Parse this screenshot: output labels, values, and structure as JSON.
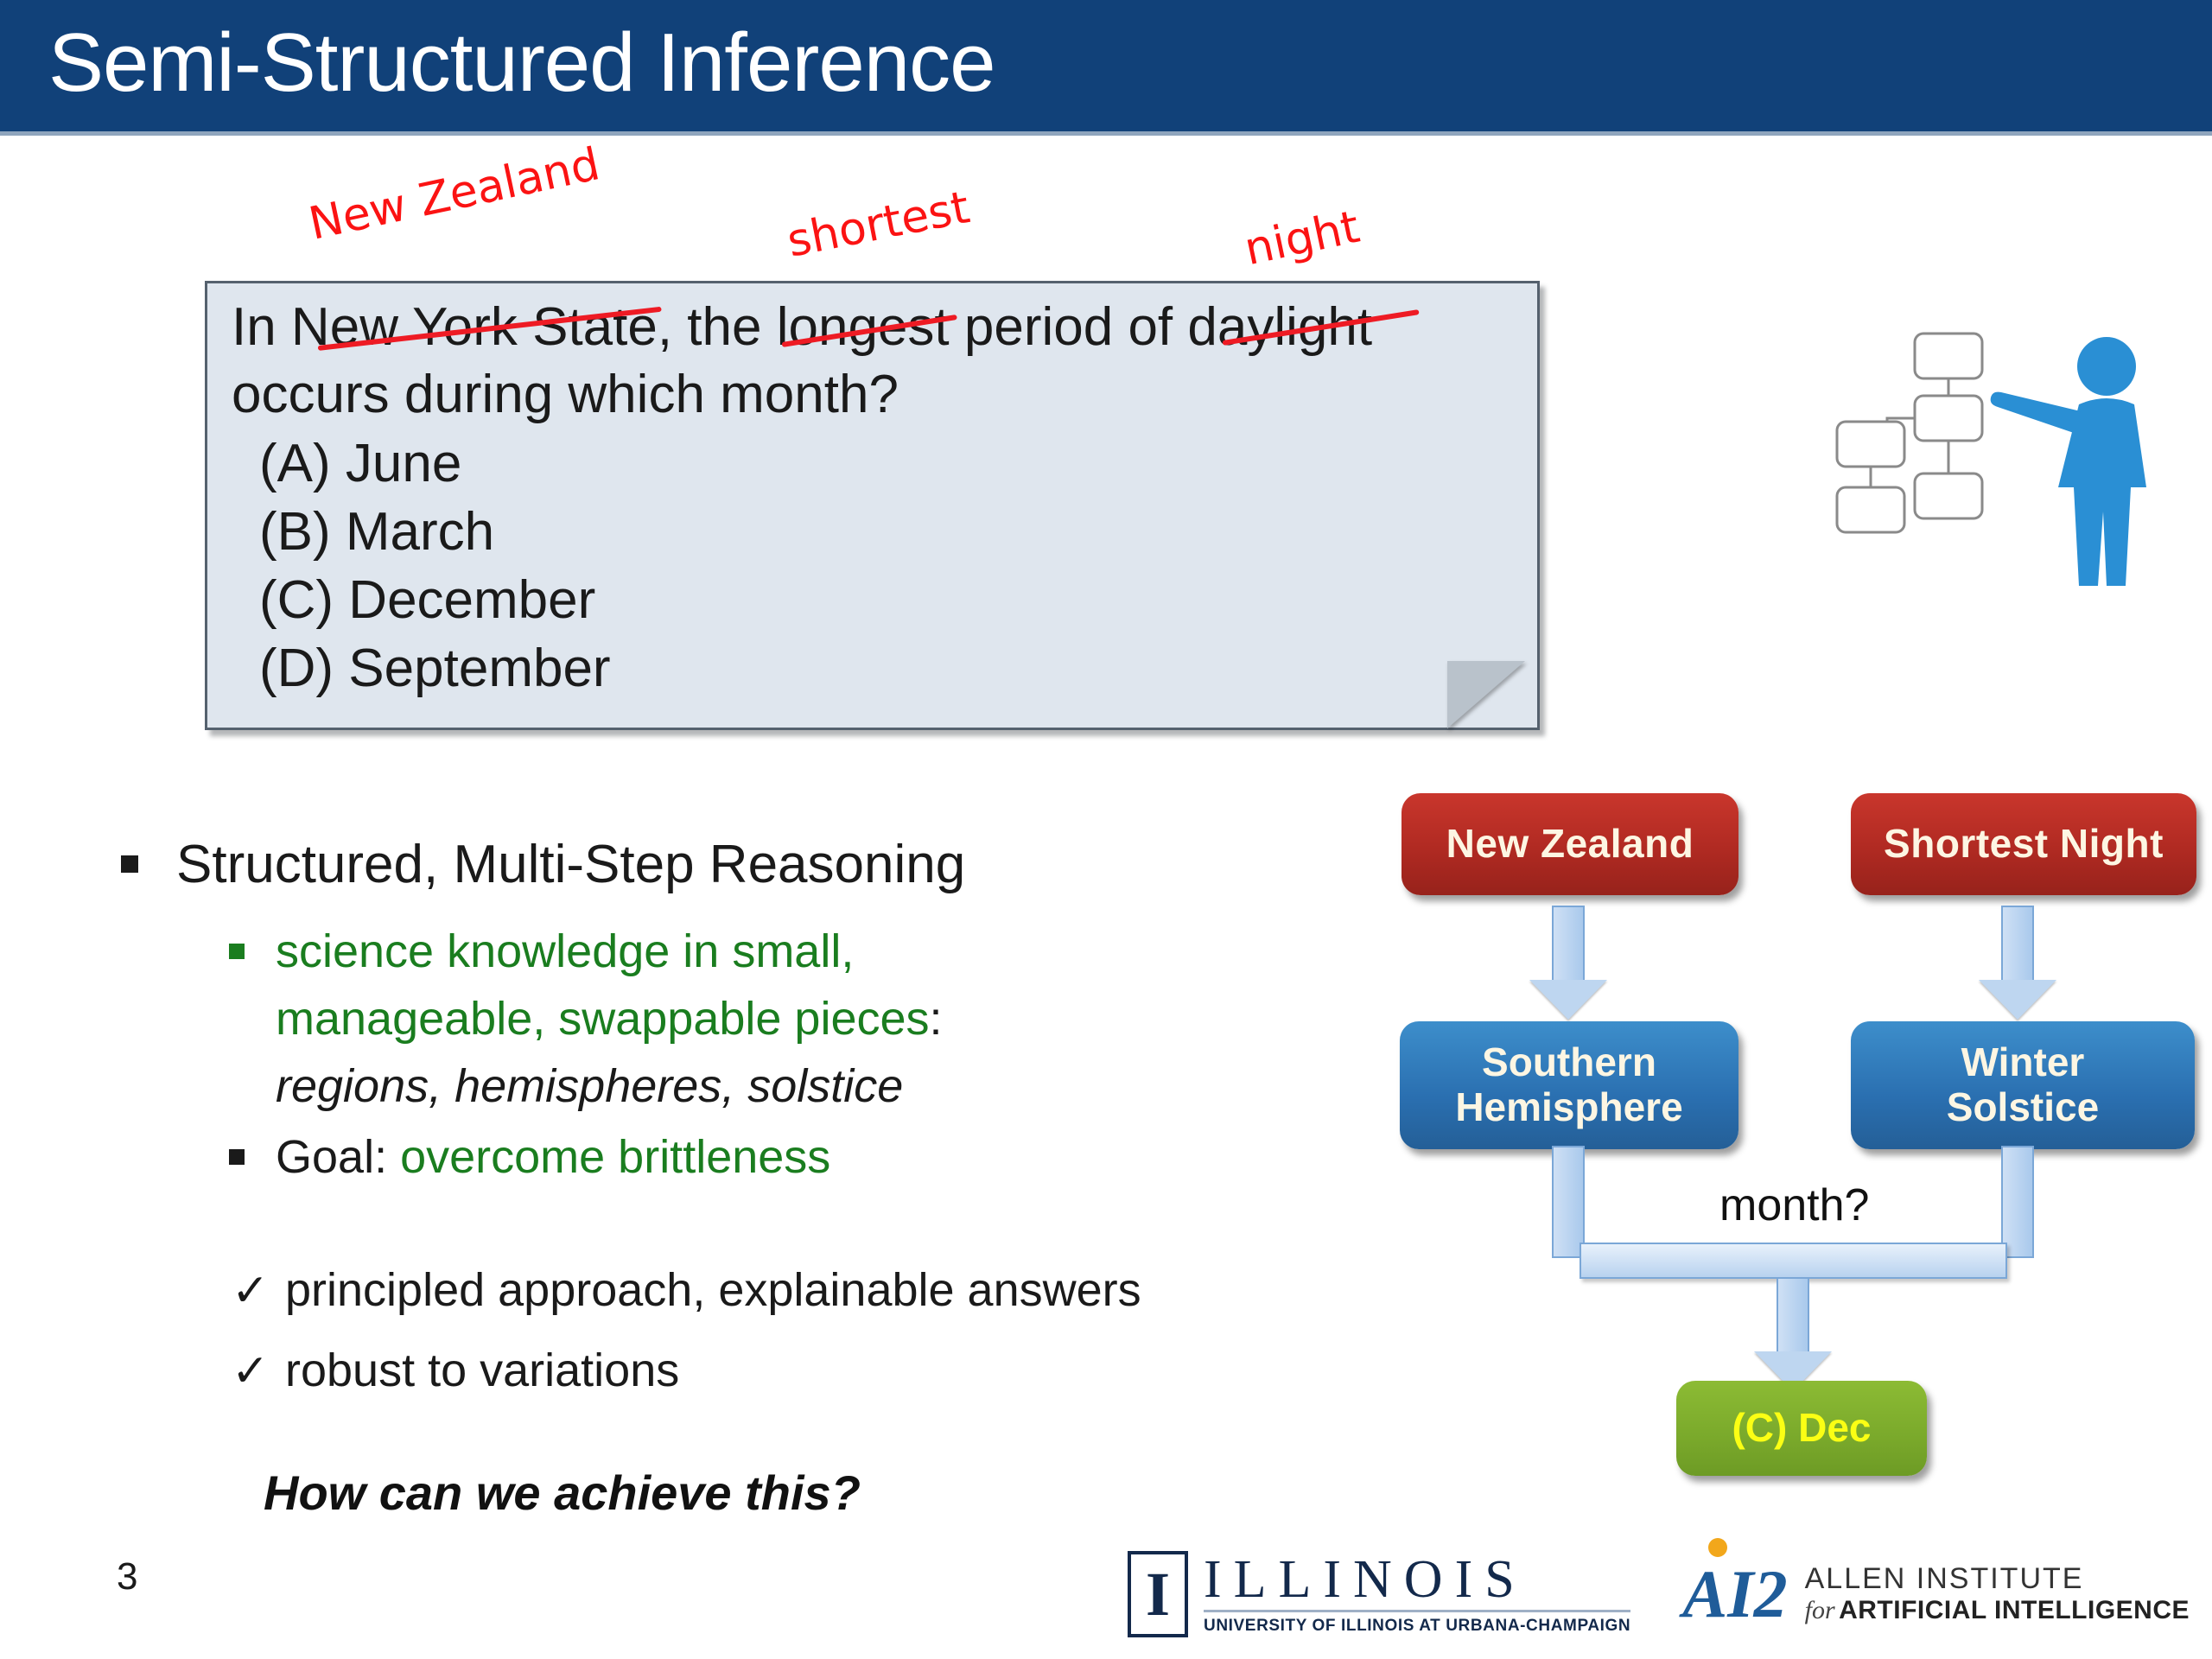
{
  "slide": {
    "title": "Semi-Structured Inference",
    "page_number": "3",
    "colors": {
      "title_bar": "#114179",
      "annotation_red": "#fb1313",
      "bullet_green": "#1a7d1f",
      "node_red": "#b02a22",
      "node_blue": "#2a6fb0",
      "node_green": "#7aa92b",
      "answer_text_yellow": "#fbff14",
      "question_box_bg": "#dfe6ee"
    }
  },
  "question_box": {
    "line1": "In New York State, the longest period of daylight",
    "line2": "occurs during which month?",
    "options": [
      "(A) June",
      "(B) March",
      "(C) December",
      "(D) September"
    ]
  },
  "annotations": [
    {
      "text": "New Zealand",
      "replaces": "New York State"
    },
    {
      "text": "shortest",
      "replaces": "longest"
    },
    {
      "text": "night",
      "replaces": "daylight"
    }
  ],
  "bullets": {
    "main": "Structured, Multi-Step Reasoning",
    "sub1_green_line1": "science knowledge in small,",
    "sub1_green_line2": "manageable, swappable pieces",
    "sub1_colon": ":",
    "sub1_italic": "regions, hemispheres, solstice",
    "sub2_label": "Goal: ",
    "sub2_green": "overcome brittleness",
    "checks": [
      "principled approach, explainable answers",
      "robust to variations"
    ],
    "closing_question": "How can we achieve this?"
  },
  "flowchart": {
    "nodes": [
      {
        "id": "new-zealand",
        "label": "New Zealand",
        "kind": "red"
      },
      {
        "id": "shortest-night",
        "label": "Shortest Night",
        "kind": "red"
      },
      {
        "id": "southern-hemisphere",
        "label": "Southern\nHemisphere",
        "kind": "blue"
      },
      {
        "id": "winter-solstice",
        "label": "Winter\nSolstice",
        "kind": "blue"
      },
      {
        "id": "answer",
        "label": "(C) Dec",
        "kind": "green"
      }
    ],
    "southern_hemisphere_line1": "Southern",
    "southern_hemisphere_line2": "Hemisphere",
    "winter_solstice_line1": "Winter",
    "winter_solstice_line2": "Solstice",
    "join_label": "month?"
  },
  "logos": {
    "illinois_letter": "I",
    "illinois_word": "ILLINOIS",
    "illinois_sub": "UNIVERSITY OF ILLINOIS AT URBANA-CHAMPAIGN",
    "ai2_mark": "AI2",
    "ai2_line1": "ALLEN INSTITUTE",
    "ai2_for": "for",
    "ai2_line2": "ARTIFICIAL INTELLIGENCE"
  }
}
